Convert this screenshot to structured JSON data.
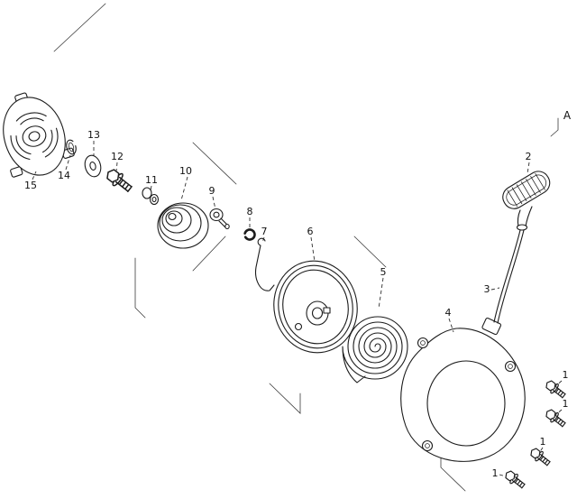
{
  "canvas": {
    "background": "#ffffff",
    "ink": "#1c1c1c"
  },
  "diagram": {
    "view_label": "A",
    "part_numbers": {
      "p1": "1",
      "p2": "2",
      "p3": "3",
      "p4": "4",
      "p5": "5",
      "p6": "6",
      "p7": "7",
      "p8": "8",
      "p9": "9",
      "p10": "10",
      "p11": "11",
      "p12": "12",
      "p13": "13",
      "p14": "14",
      "p15": "15"
    }
  }
}
